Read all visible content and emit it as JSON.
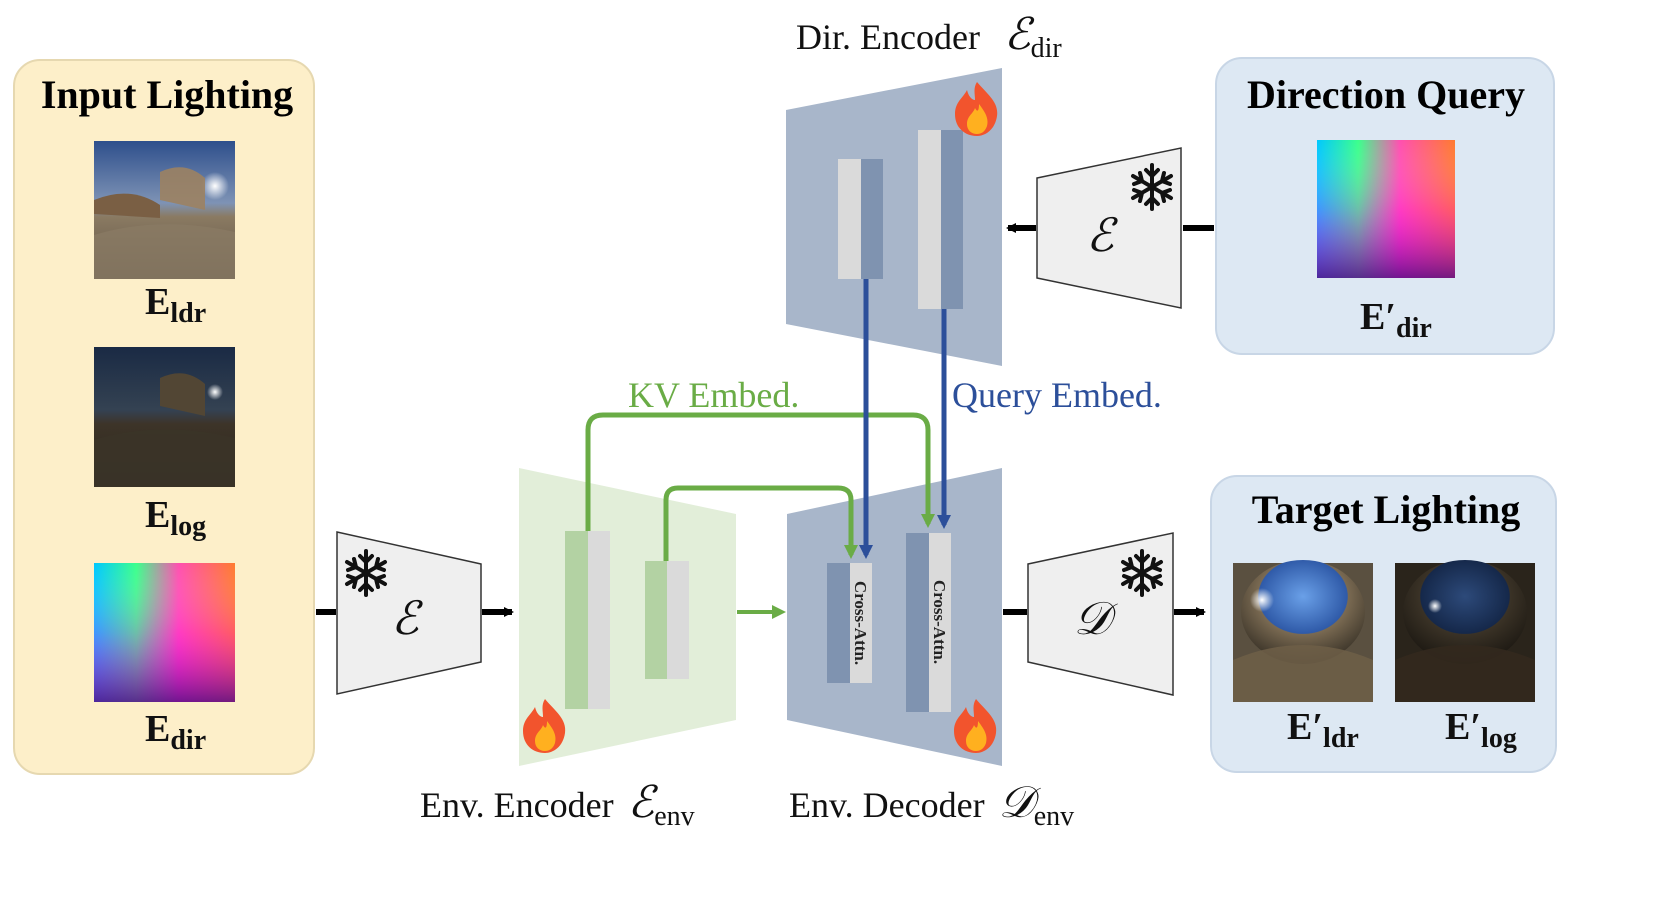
{
  "input_panel": {
    "title": "Input Lighting",
    "labels": [
      {
        "main": "E",
        "sub": "ldr"
      },
      {
        "main": "E",
        "sub": "log"
      },
      {
        "main": "E",
        "sub": "dir"
      }
    ]
  },
  "direction_panel": {
    "title": "Direction Query",
    "label": {
      "main": "E′",
      "sub": "dir"
    }
  },
  "target_panel": {
    "title": "Target Lighting",
    "labels": [
      {
        "main": "E′",
        "sub": "ldr"
      },
      {
        "main": "E′",
        "sub": "log"
      }
    ]
  },
  "dir_encoder": {
    "name": "Dir. Encoder",
    "symbol": "ℰ",
    "sub": "dir"
  },
  "env_encoder": {
    "name": "Env. Encoder",
    "symbol": "ℰ",
    "sub": "env"
  },
  "env_decoder": {
    "name": "Env. Decoder",
    "symbol": "𝒟",
    "sub": "env"
  },
  "vae_encoder_symbol": "ℰ",
  "vae_decoder_symbol": "𝒟",
  "frozen_icon": "snowflake-icon",
  "trainable_icon": "flame-icon",
  "kv_embed_label": "KV Embed.",
  "query_embed_label": "Query Embed.",
  "cross_attn_label": "Cross-Attn.",
  "colors": {
    "input_panel_bg": "#fdefc9",
    "blue_panel_bg": "#dde8f3",
    "trunk_blue": "#a8b6ca",
    "trunk_green": "#e2eed9",
    "kv_green": "#6aac46",
    "query_blue": "#2c4f9a",
    "frozen_gray": "#efefef"
  }
}
